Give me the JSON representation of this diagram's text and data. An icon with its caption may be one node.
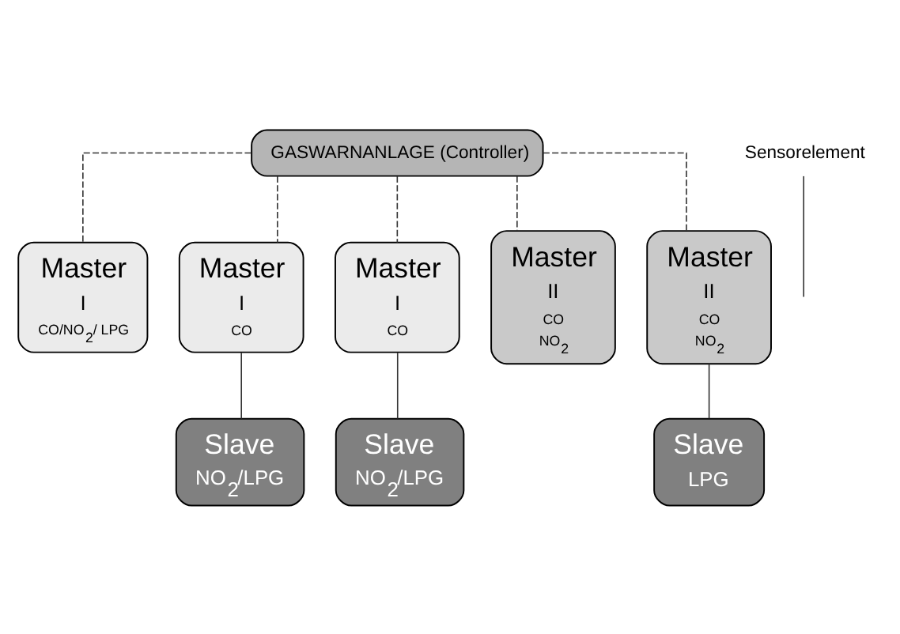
{
  "diagram": {
    "nodes": [
      {
        "text": [
          "GASWARNANLAGE (Controller)"
        ]
      },
      {
        "text": [
          "Master",
          "I",
          "CO/NO$_{2}$/ LPG"
        ]
      },
      {
        "text": [
          "Master",
          "I",
          "CO"
        ]
      },
      {
        "text": [
          "Master",
          "I",
          "CO"
        ]
      },
      {
        "text": [
          "Master",
          "II",
          "CO",
          "NO$_{2}$"
        ]
      },
      {
        "text": [
          "Master",
          "II",
          "CO",
          "NO$_{2}$"
        ]
      },
      {
        "text": [
          "Slave",
          "NO$_{2}$/LPG"
        ]
      },
      {
        "text": [
          "Slave",
          "NO$_{2}$/LPG"
        ]
      },
      {
        "text": [
          "Slave",
          "LPG"
        ]
      },
      {
        "text": [
          "Sensorelement"
        ]
      }
    ],
    "edges": [
      {
        "from": 0,
        "to": 1,
        "arrow": "none",
        "style": "dashed"
      },
      {
        "from": 0,
        "to": 2,
        "arrow": "none",
        "style": "dashed"
      },
      {
        "from": 0,
        "to": 3,
        "arrow": "none",
        "style": "dashed"
      },
      {
        "from": 0,
        "to": 4,
        "arrow": "none",
        "style": "dashed"
      },
      {
        "from": 0,
        "to": 5,
        "arrow": "none",
        "style": "dashed"
      },
      {
        "from": 2,
        "to": 6,
        "arrow": "none"
      },
      {
        "from": 3,
        "to": 7,
        "arrow": "none"
      },
      {
        "from": 5,
        "to": 8,
        "arrow": "none"
      },
      {
        "from": 9,
        "to": null,
        "arrow": "none"
      }
    ]
  }
}
